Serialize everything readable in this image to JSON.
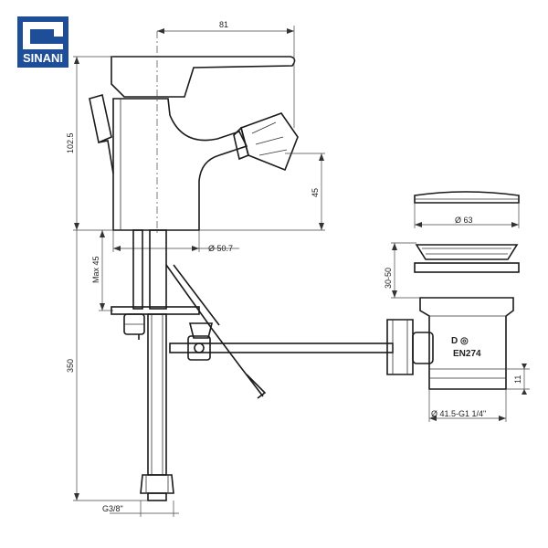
{
  "brand": {
    "logo_text": "SINANI",
    "logo_color": "#1f4e98"
  },
  "dimensions": {
    "width_top": "81",
    "height_body": "102.5",
    "spout_height": "45",
    "base_diameter": "Ø 50.7",
    "max_thickness": "Max 45",
    "hose_length": "350",
    "connection": "G3/8\"",
    "cap_diameter": "Ø 63",
    "drain_range": "30-50",
    "drain_thread": "Ø 41.5-G1 1/4\"",
    "drain_offset": "11"
  },
  "labels": {
    "standard": "EN274",
    "cert_mark": "D ◎"
  }
}
